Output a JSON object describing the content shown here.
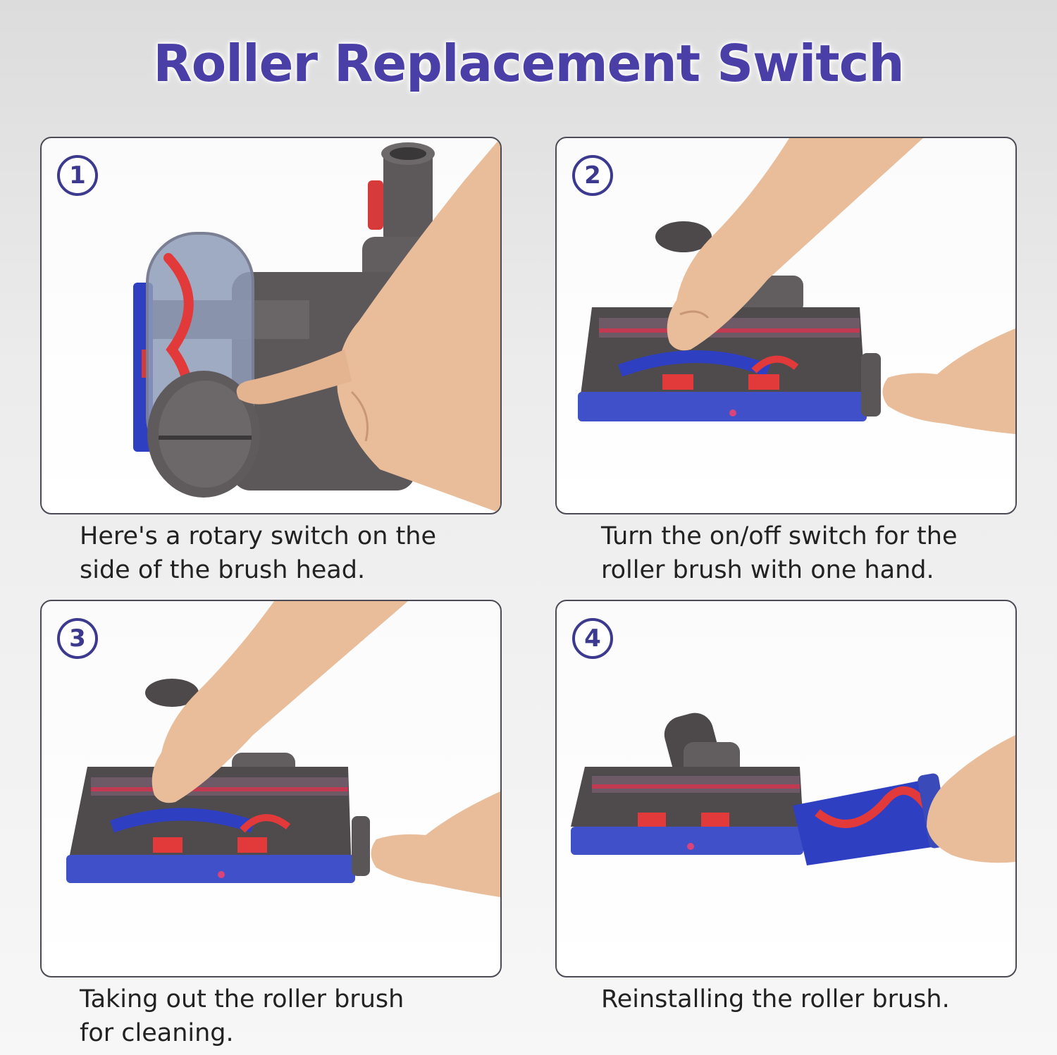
{
  "title": "Roller Replacement Switch",
  "colors": {
    "title": "#4a3fa6",
    "badge": "#3c3a8f",
    "brush_blue": "#2e3fc2",
    "accent_red": "#e23a3a",
    "body_grey": "#5a5658",
    "skin": "#e9bd9a"
  },
  "steps": [
    {
      "number": "1",
      "caption": "Here's a rotary switch on the\nside of the brush head.",
      "illustration": "brush-head-rotary-switch"
    },
    {
      "number": "2",
      "caption": "Turn the on/off switch for the\nroller brush with one hand.",
      "illustration": "turning-switch"
    },
    {
      "number": "3",
      "caption": "Taking out the roller brush\nfor cleaning.",
      "illustration": "removing-roller"
    },
    {
      "number": "4",
      "caption": "Reinstalling the roller brush.",
      "illustration": "reinstalling-roller"
    }
  ]
}
